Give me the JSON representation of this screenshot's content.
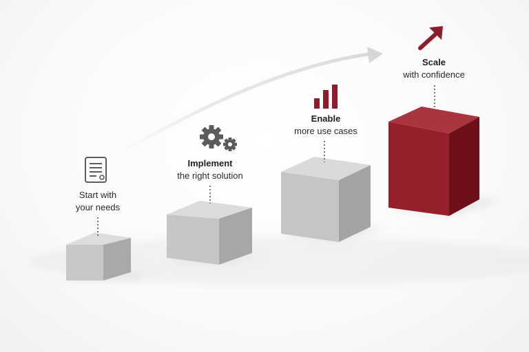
{
  "colors": {
    "grey_top": "#dcdcdc",
    "grey_front": "#c4c4c4",
    "grey_side": "#a6a6a6",
    "red_top": "#a5343f",
    "red_front": "#951f2b",
    "red_side": "#6e1019",
    "icon_grey": "#5b5b5b",
    "icon_red": "#8b1e2a",
    "text": "#2a2a2a"
  },
  "steps": [
    {
      "line1": "Start with",
      "line2": "your needs",
      "line1_bold": false,
      "icon": "document-icon"
    },
    {
      "line1": "Implement",
      "line2": "the right solution",
      "line1_bold": true,
      "icon": "gears-icon"
    },
    {
      "line1": "Enable",
      "line2": "more use cases",
      "line1_bold": true,
      "icon": "bar-chart-icon"
    },
    {
      "line1": "Scale",
      "line2": "with confidence",
      "line1_bold": true,
      "icon": "growth-arrow-icon"
    }
  ]
}
